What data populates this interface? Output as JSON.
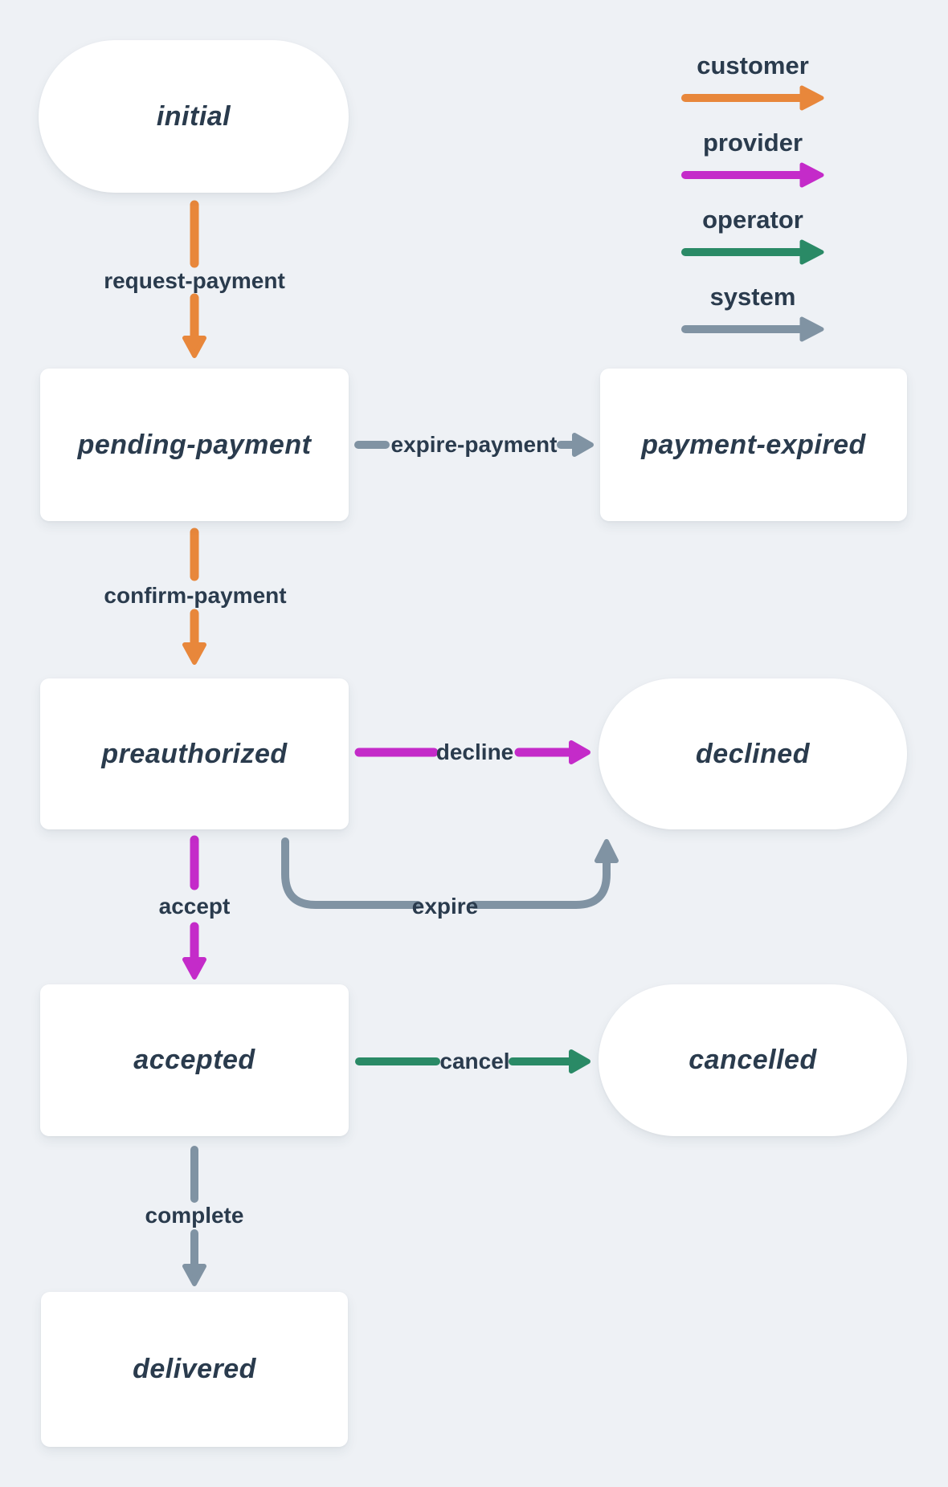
{
  "colors": {
    "background": "#eef1f5",
    "node-fill": "#ffffff",
    "ink": "#2a3b4d",
    "customer": "#e8873b",
    "provider": "#c42bc9",
    "operator": "#2a8a66",
    "system": "#8093a3"
  },
  "nodes": {
    "initial": {
      "label": "initial",
      "shape": "pill"
    },
    "pending_payment": {
      "label": "pending-payment",
      "shape": "rect"
    },
    "payment_expired": {
      "label": "payment-expired",
      "shape": "rect"
    },
    "preauthorized": {
      "label": "preauthorized",
      "shape": "rect"
    },
    "declined": {
      "label": "declined",
      "shape": "pill"
    },
    "accepted": {
      "label": "accepted",
      "shape": "rect"
    },
    "cancelled": {
      "label": "cancelled",
      "shape": "pill"
    },
    "delivered": {
      "label": "delivered",
      "shape": "rect"
    }
  },
  "edges": {
    "request_payment": {
      "label": "request-payment",
      "actor": "customer",
      "from": "initial",
      "to": "pending-payment"
    },
    "expire_payment": {
      "label": "expire-payment",
      "actor": "system",
      "from": "pending-payment",
      "to": "payment-expired"
    },
    "confirm_payment": {
      "label": "confirm-payment",
      "actor": "customer",
      "from": "pending-payment",
      "to": "preauthorized"
    },
    "decline": {
      "label": "decline",
      "actor": "provider",
      "from": "preauthorized",
      "to": "declined"
    },
    "accept": {
      "label": "accept",
      "actor": "provider",
      "from": "preauthorized",
      "to": "accepted"
    },
    "expire": {
      "label": "expire",
      "actor": "system",
      "from": "preauthorized",
      "to": "declined"
    },
    "cancel": {
      "label": "cancel",
      "actor": "operator",
      "from": "accepted",
      "to": "cancelled"
    },
    "complete": {
      "label": "complete",
      "actor": "system",
      "from": "accepted",
      "to": "delivered"
    }
  },
  "legend": {
    "items": [
      {
        "label": "customer",
        "color": "#e8873b"
      },
      {
        "label": "provider",
        "color": "#c42bc9"
      },
      {
        "label": "operator",
        "color": "#2a8a66"
      },
      {
        "label": "system",
        "color": "#8093a3"
      }
    ]
  }
}
